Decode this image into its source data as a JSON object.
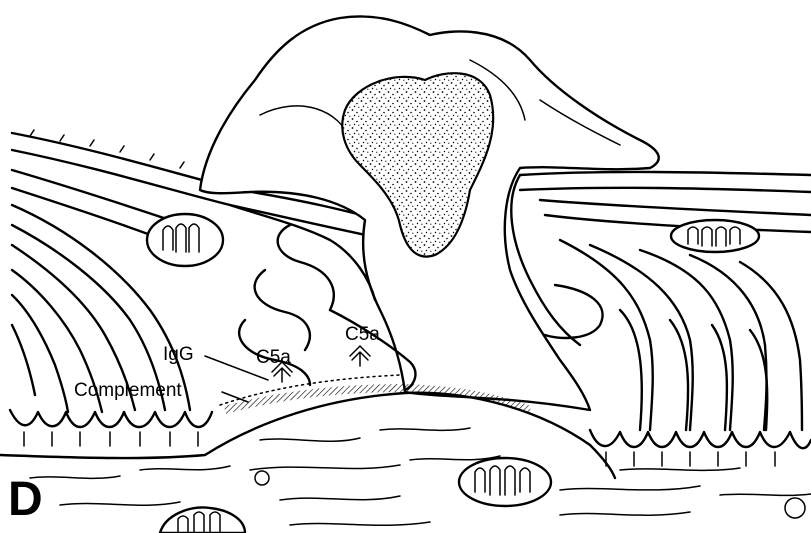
{
  "labels": {
    "igg": "IgG",
    "complement": "Complement",
    "c5a_left": "C5a",
    "c5a_right": "C5a",
    "panel_letter": "D"
  },
  "icons": [
    "up-arrow-icon",
    "up-arrow-icon"
  ]
}
